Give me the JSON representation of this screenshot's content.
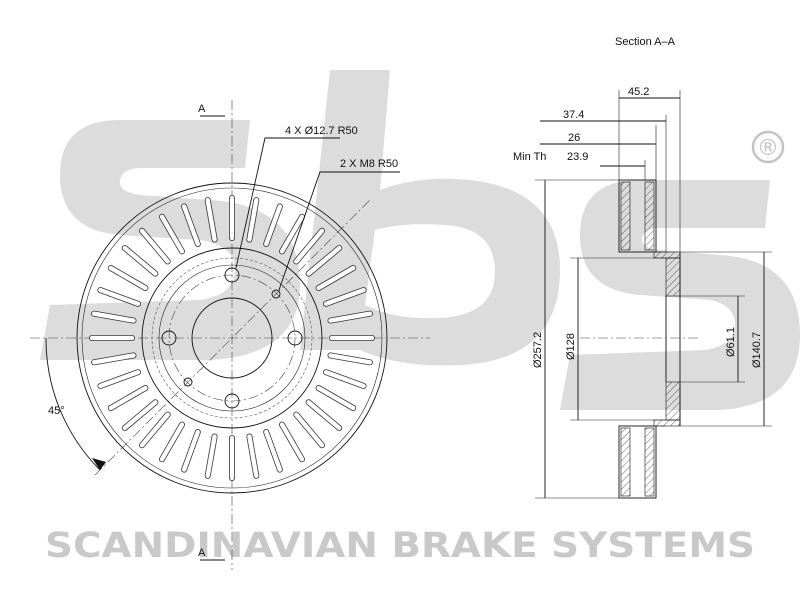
{
  "watermark": {
    "letters": "sbs",
    "registered_mark": "®",
    "company": "SCANDINAVIAN BRAKE SYSTEMS",
    "color": "#c9c9c9"
  },
  "drawing": {
    "section_title": "Section A–A",
    "section_marker": "A",
    "angle_label": "45°",
    "hole_callout_1": "4 X Ø12.7 R50",
    "hole_callout_2": "2 X M8 R50",
    "bolt_holes": 4,
    "threaded_holes": 2,
    "vent_slots": 36,
    "line_color": "#111111"
  },
  "dimensions": {
    "overall_height": "45.2",
    "height_37": "37.4",
    "thickness": "26",
    "min_thickness_label": "Min Th",
    "min_thickness": "23.9",
    "outer_diameter": "Ø257.2",
    "inner_diameter": "Ø128",
    "center_bore": "Ø61.1",
    "hub_diameter": "Ø140.7"
  }
}
